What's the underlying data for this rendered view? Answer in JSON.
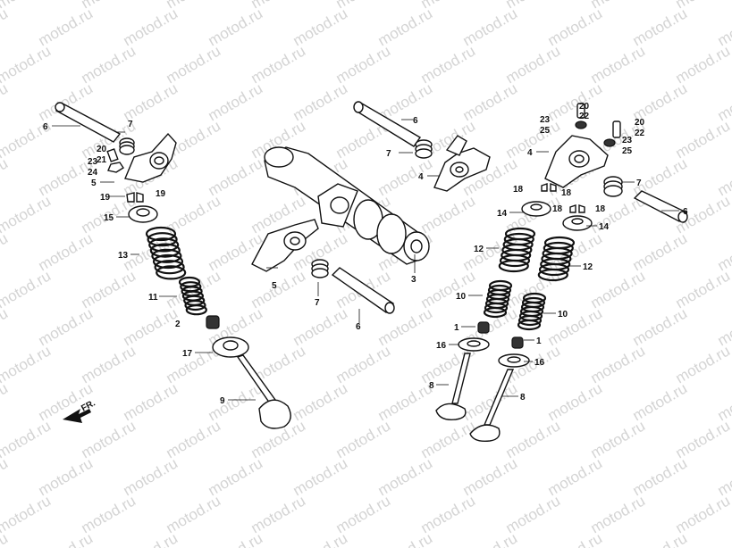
{
  "watermark": {
    "text": "motod.ru"
  },
  "direction_label": "FR.",
  "callouts": {
    "c1a": "1",
    "c1b": "1",
    "c2": "2",
    "c3": "3",
    "c4a": "4",
    "c4b": "4",
    "c5a": "5",
    "c5b": "5",
    "c6a": "6",
    "c6b": "6",
    "c6c": "6",
    "c6d": "6",
    "c7a": "7",
    "c7b": "7",
    "c7c": "7",
    "c7d": "7",
    "c8a": "8",
    "c8b": "8",
    "c9": "9",
    "c10a": "10",
    "c10b": "10",
    "c11": "11",
    "c12a": "12",
    "c12b": "12",
    "c13": "13",
    "c14a": "14",
    "c14b": "14",
    "c15": "15",
    "c16a": "16",
    "c16b": "16",
    "c17": "17",
    "c18a": "18",
    "c18b": "18",
    "c18c": "18",
    "c18d": "18",
    "c19a": "19",
    "c19b": "19",
    "c20a": "20",
    "c20b": "20",
    "c20c": "20",
    "c21": "21",
    "c22a": "22",
    "c22b": "22",
    "c23a": "23",
    "c23b": "23",
    "c23c": "23",
    "c24": "24",
    "c25a": "25",
    "c25b": "25"
  }
}
